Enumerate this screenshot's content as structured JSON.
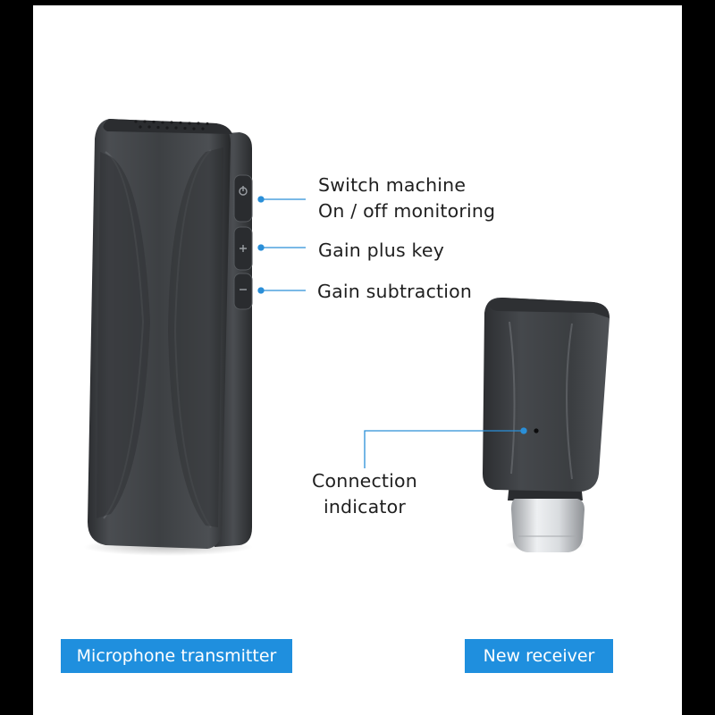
{
  "callouts": {
    "switch_line1": "Switch machine",
    "switch_line2": "On / off monitoring",
    "gain_plus": "Gain plus key",
    "gain_minus": "Gain subtraction",
    "indicator_line1": "Connection",
    "indicator_line2": "indicator"
  },
  "labels": {
    "transmitter": "Microphone transmitter",
    "receiver": "New receiver"
  },
  "colors": {
    "accent": "#1f8fde",
    "background": "#ffffff",
    "frame": "#000000",
    "device": "#3a3c3f"
  },
  "icons": {
    "power_button": "power-icon",
    "plus_button": "plus-icon",
    "minus_button": "minus-icon"
  }
}
